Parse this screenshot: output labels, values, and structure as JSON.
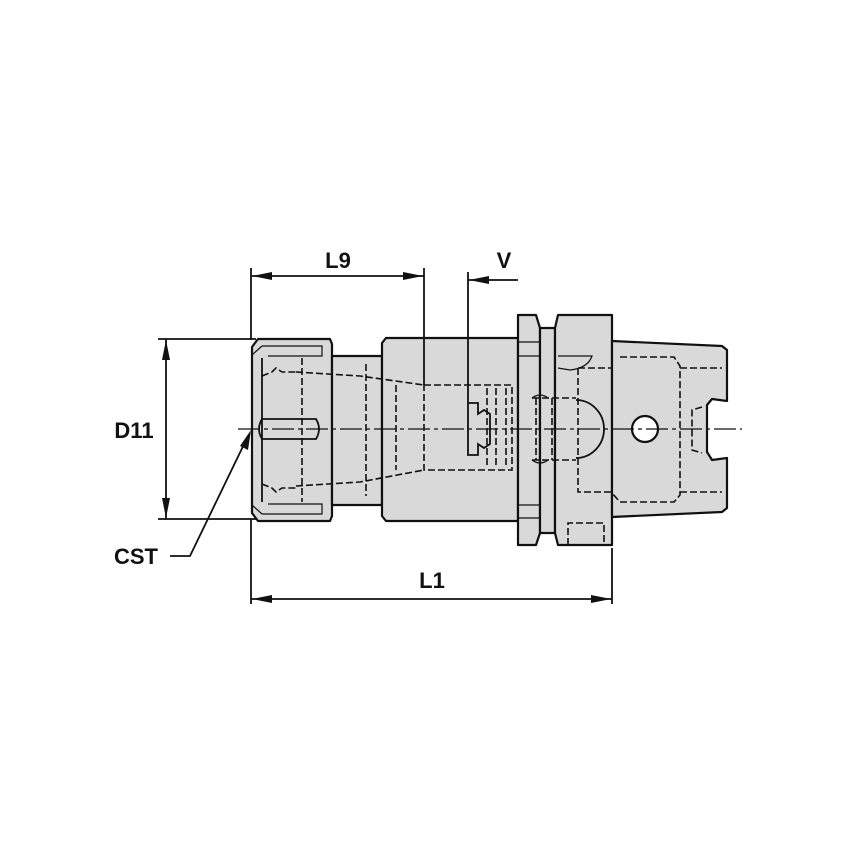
{
  "drawing": {
    "subject": "HSK collet chuck toolholder side view",
    "fill_color": "#d9d9d9",
    "line_color": "#111111",
    "background": "#ffffff"
  },
  "dimensions": {
    "l9": "L9",
    "v": "V",
    "d11": "D11",
    "cst": "CST",
    "l1": "L1"
  }
}
